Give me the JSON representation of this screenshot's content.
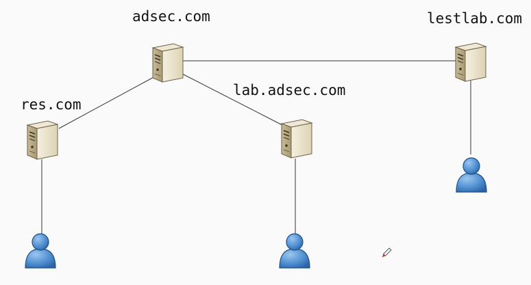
{
  "nodes": {
    "adsec": {
      "label": "adsec.com",
      "icon": "server-icon"
    },
    "lestlab": {
      "label": "lestlab.com",
      "icon": "server-icon"
    },
    "lab": {
      "label": "lab.adsec.com",
      "icon": "server-icon"
    },
    "res": {
      "label": "res.com",
      "icon": "server-icon"
    }
  },
  "users": [
    {
      "attached_to": "res",
      "icon": "user-icon"
    },
    {
      "attached_to": "lab",
      "icon": "user-icon"
    },
    {
      "attached_to": "lestlab",
      "icon": "user-icon"
    }
  ],
  "links": [
    [
      "adsec",
      "lestlab"
    ],
    [
      "adsec",
      "res"
    ],
    [
      "adsec",
      "lab"
    ],
    [
      "res",
      "user-res"
    ],
    [
      "lab",
      "user-lab"
    ],
    [
      "lestlab",
      "user-lestlab"
    ]
  ],
  "colors": {
    "line": "#333333",
    "server_body": "#e9e2cc",
    "server_side": "#c9bd9a",
    "user_fill": "#4f8fd0",
    "user_stroke": "#1f4f86",
    "cursor": "#c0392b"
  }
}
